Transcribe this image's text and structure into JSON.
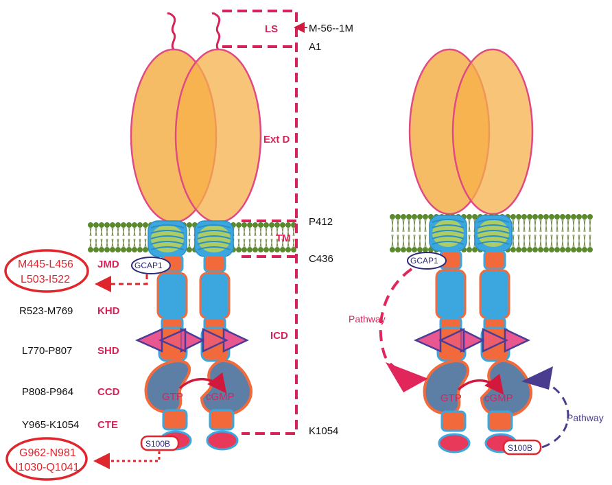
{
  "domains": {
    "ls": "LS",
    "ext_d": "Ext D",
    "tm": "TM",
    "icd": "ICD",
    "jmd": "JMD",
    "khd": "KHD",
    "shd": "SHD",
    "ccd": "CCD",
    "cte": "CTE"
  },
  "residues": {
    "m56_1m": "M-56--1M",
    "a1": "A1",
    "p412": "P412",
    "c436": "C436",
    "k1054": "K1054",
    "r523_m769": "R523-M769",
    "l770_p807": "L770-P807",
    "p808_p964": "P808-P964",
    "y965_k1054": "Y965-K1054"
  },
  "binding_sites": {
    "gcap1_sites": [
      "M445-L456",
      "L503-I522"
    ],
    "s100b_sites": [
      "G962-N981",
      "I1030-Q1041"
    ]
  },
  "molecules": {
    "gcap1": "GCAP1",
    "s100b": "S100B",
    "gtp": "GTP",
    "cgmp": "cGMP"
  },
  "pathways": {
    "left": "Pathway",
    "right": "Pathway"
  },
  "colors": {
    "extracellular": "#f5b04a",
    "outline": "#e04a84",
    "domain_label": "#d6245a",
    "icd_body": "#3ba7de",
    "icd_core": "#f26a3c",
    "kinase_triangle": "#e8578f",
    "triangle_outline": "#4b3c96",
    "membrane_head": "#5b8a2e",
    "binding_red": "#e0262d",
    "partner_blue": "#2b2a7a"
  }
}
